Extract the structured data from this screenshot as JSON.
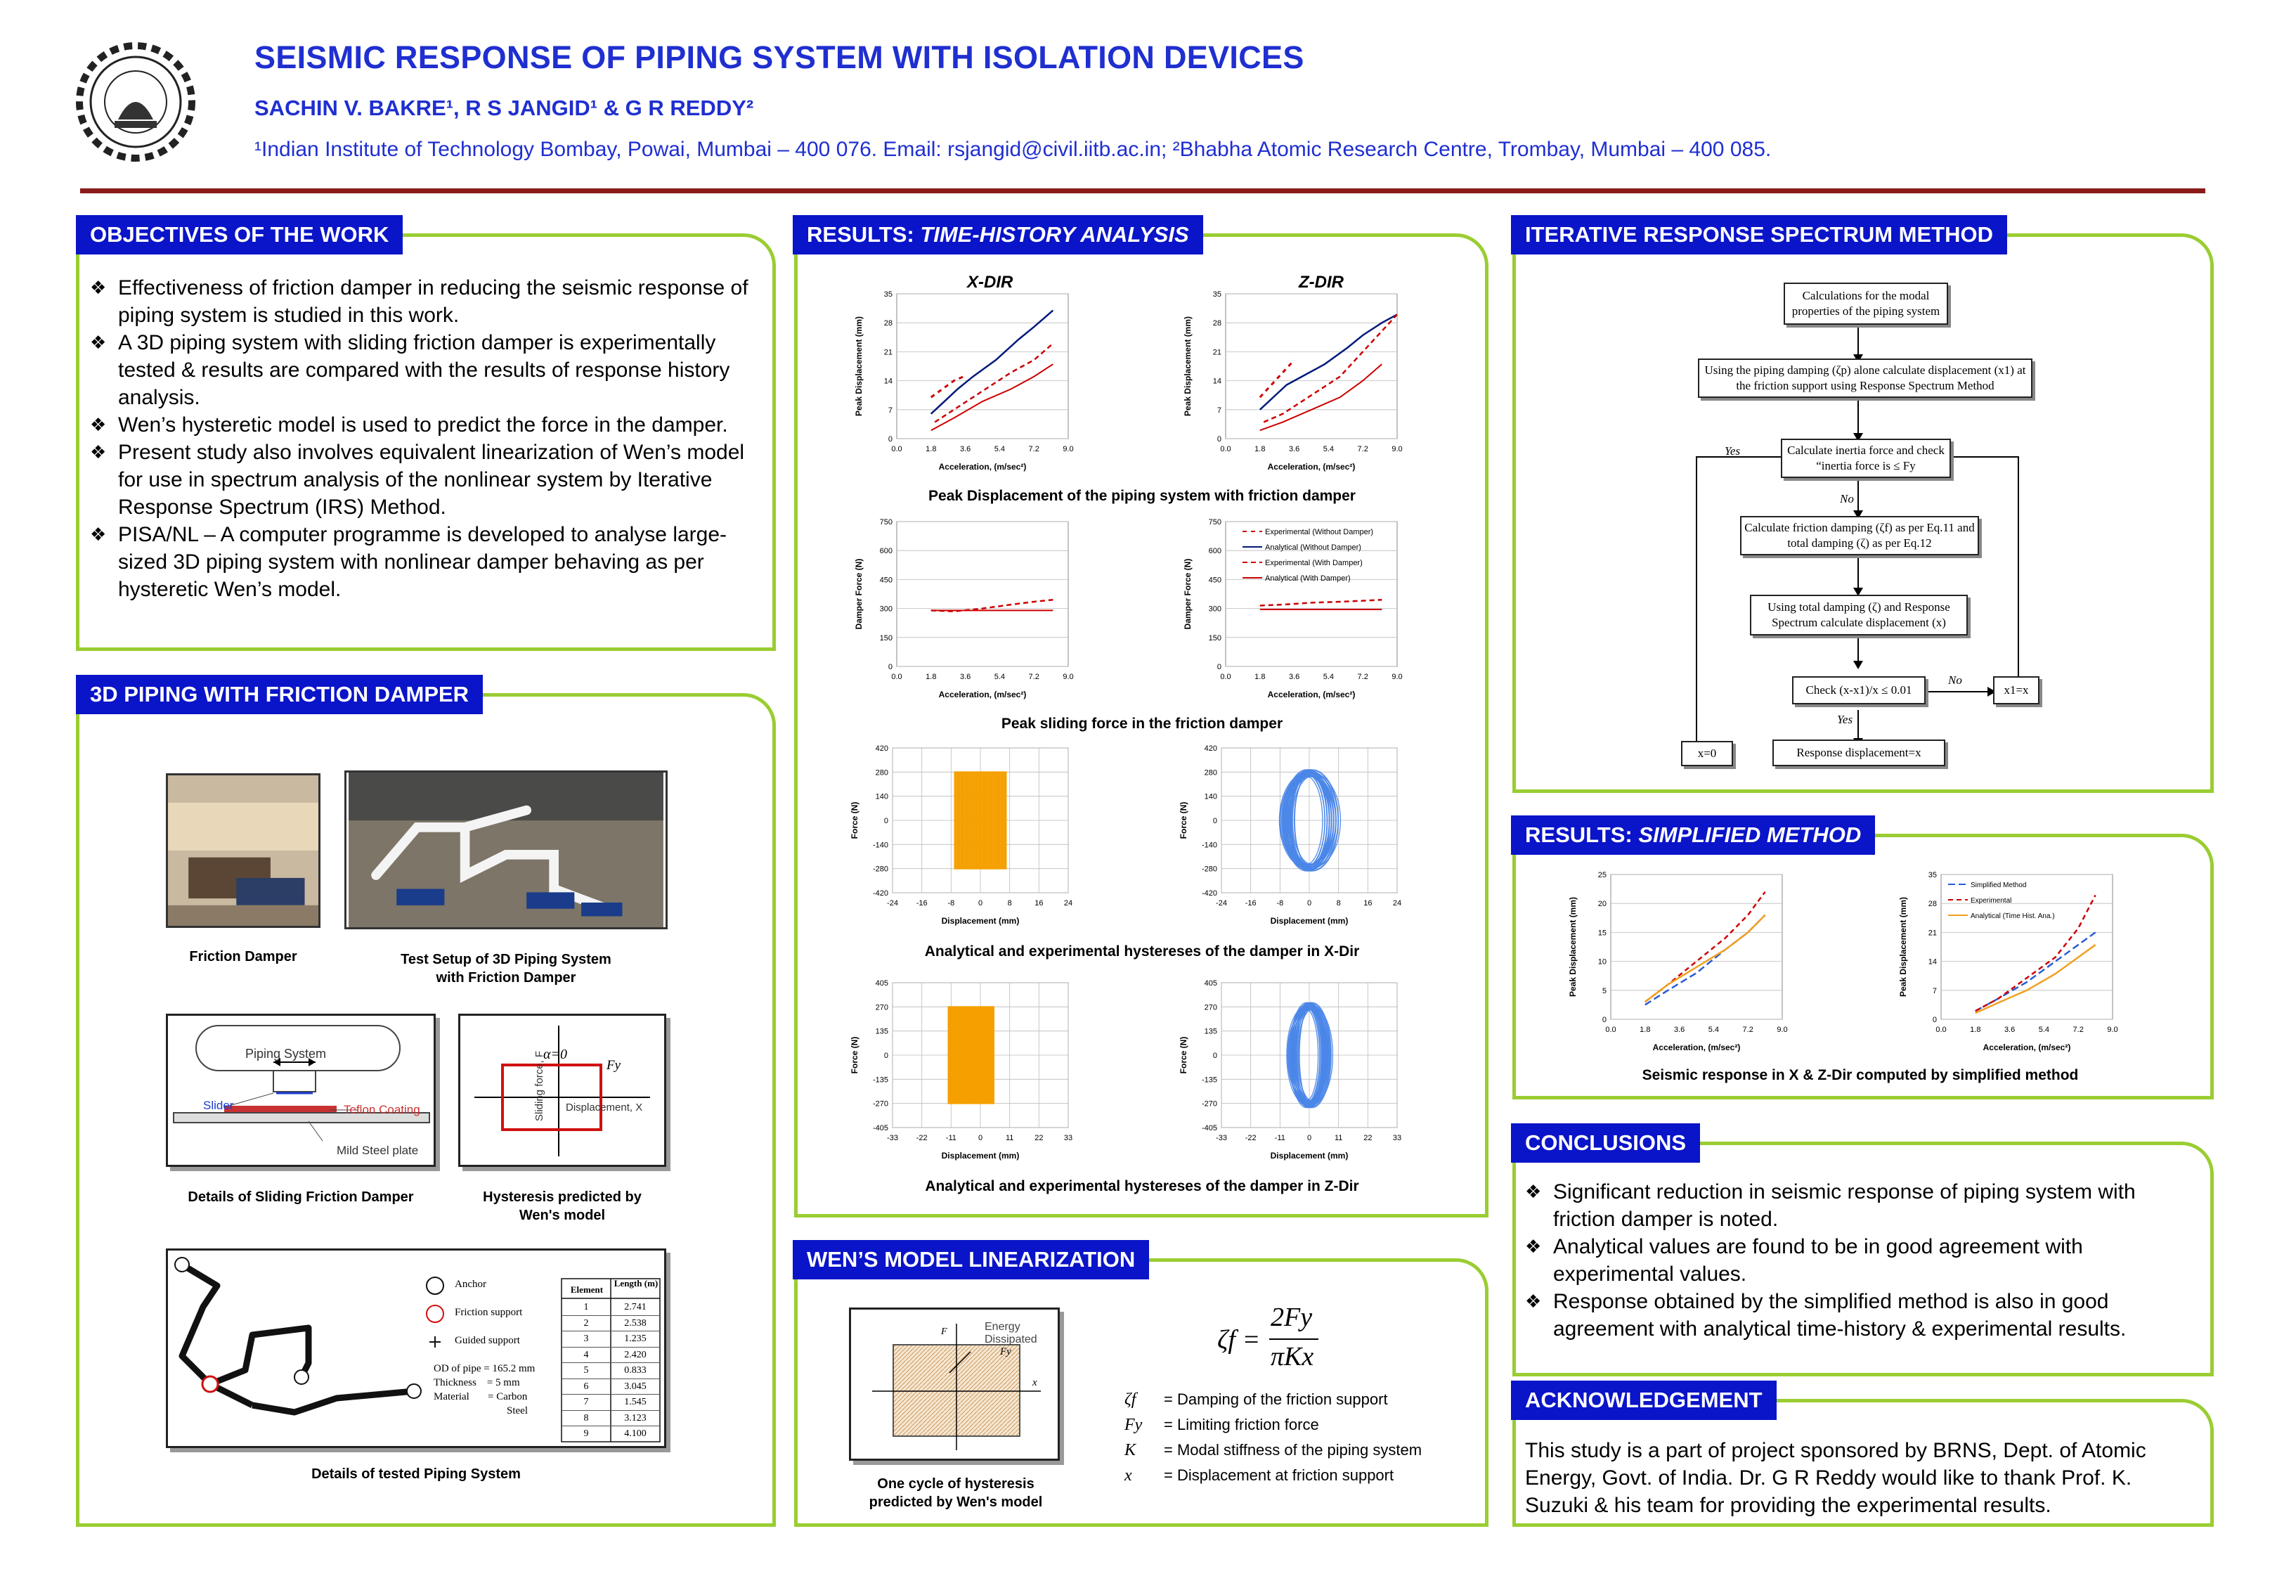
{
  "header": {
    "title": "SEISMIC RESPONSE OF PIPING SYSTEM WITH ISOLATION DEVICES",
    "authors": "SACHIN V. BAKRE¹, R S JANGID¹ & G R REDDY²",
    "affiliation": "¹Indian Institute of Technology Bombay, Powai, Mumbai – 400 076. Email: rsjangid@civil.iitb.ac.in; ²Bhabha Atomic Research Centre, Trombay, Mumbai – 400 085."
  },
  "colors": {
    "title": "#1f2fd0",
    "header_bg": "#0a14c8",
    "panel_border": "#9acd32",
    "rule": "#8b1a1a",
    "exp": "#cc0000",
    "ana": "#001a7a"
  },
  "objectives": {
    "heading": "OBJECTIVES OF THE WORK",
    "bullets": [
      "Effectiveness of friction damper in reducing the seismic response of  piping system is studied in this work.",
      "A 3D piping system with sliding friction damper is experimentally tested & results are compared with the results of response history analysis.",
      "Wen’s hysteretic model is used to predict the force in the damper.",
      "Present study also involves equivalent linearization of Wen’s model for use in spectrum analysis of the nonlinear system by Iterative Response Spectrum (IRS) Method.",
      "PISA/NL – A computer programme is developed to analyse large-sized 3D piping system with nonlinear damper behaving as per hysteretic Wen’s model."
    ]
  },
  "piping": {
    "heading": "3D PIPING WITH FRICTION DAMPER",
    "cap_damper": "Friction Damper",
    "cap_setup_1": "Test Setup of 3D Piping System",
    "cap_setup_2": "with Friction Damper",
    "cap_sliding": "Details of Sliding Friction Damper",
    "cap_hyst_1": "Hysteresis predicted by",
    "cap_hyst_2": "Wen's model",
    "cap_tested": "Details of tested Piping System",
    "sketch": {
      "piping": "Piping System",
      "slider": "Slider",
      "teflon": "Teflon Coating",
      "steel": "Mild Steel plate",
      "alpha": "α=0",
      "fy": "Fy",
      "disp": "Displacement, X",
      "force": "Sliding force, F"
    },
    "legend": {
      "anchor": "Anchor",
      "friction": "Friction support",
      "guided": "Guided support",
      "od": "OD of pipe = 165.2 mm",
      "thick": "Thickness    = 5 mm",
      "mat": "Material       = Carbon",
      "mat2": "Steel"
    },
    "table_head": [
      "Element",
      "Length (m)"
    ],
    "table": [
      [
        "1",
        "2.741"
      ],
      [
        "2",
        "2.538"
      ],
      [
        "3",
        "1.235"
      ],
      [
        "4",
        "2.420"
      ],
      [
        "5",
        "0.833"
      ],
      [
        "6",
        "3.045"
      ],
      [
        "7",
        "1.545"
      ],
      [
        "8",
        "3.123"
      ],
      [
        "9",
        "4.100"
      ]
    ]
  },
  "results": {
    "heading_plain": "RESULTS: ",
    "heading_italic": "TIME-HISTORY ANALYSIS",
    "xdir": "X-DIR",
    "zdir": "Z-DIR",
    "cap1": "Peak Displacement of the piping system with friction damper",
    "cap2": "Peak sliding force in the friction damper",
    "cap3": "Analytical and experimental hystereses of the damper in X-Dir",
    "cap4": "Analytical and experimental hystereses of the damper in Z-Dir"
  },
  "wen": {
    "heading": "WEN’S MODEL LINEARIZATION",
    "cap_1": "One cycle of hysteresis",
    "cap_2": "predicted by Wen's model",
    "energy": "Energy",
    "dissipated": "Dissipated",
    "fy": "Fy",
    "f": "F",
    "x": "x",
    "eq_lhs": "ζf =",
    "eq_num": "2Fy",
    "eq_den": "πKx",
    "defs": [
      {
        "sym": "ζf",
        "txt": "= Damping of the friction support"
      },
      {
        "sym": "Fy",
        "txt": "= Limiting friction force"
      },
      {
        "sym": "K",
        "txt": "= Modal stiffness of the piping system"
      },
      {
        "sym": "x",
        "txt": "= Displacement at friction support"
      }
    ]
  },
  "irs": {
    "heading": "ITERATIVE RESPONSE SPECTRUM METHOD",
    "box1": "Calculations for the modal properties of the piping system",
    "box2": "Using the piping damping (ζp) alone calculate displacement (x1) at the friction support using Response Spectrum Method",
    "box3": "Calculate inertia force and check “inertia force is ≤ Fy",
    "box4": "Calculate friction damping (ζf) as per Eq.11 and total damping (ζ) as per Eq.12",
    "box5": "Using total damping (ζ) and Response Spectrum calculate displacement (x)",
    "box6": "Check (x-x1)/x ≤ 0.01",
    "box7": "x1=x",
    "box8": "x=0",
    "box9": "Response displacement=x",
    "yes": "Yes",
    "no": "No"
  },
  "simplified": {
    "heading_plain": "RESULTS: ",
    "heading_italic": "SIMPLIFIED METHOD",
    "cap": "Seismic response in X & Z-Dir computed by simplified method"
  },
  "conclusions": {
    "heading": "CONCLUSIONS",
    "bullets": [
      "Significant reduction in seismic response of piping system with friction damper is noted.",
      "Analytical values are found to be in good agreement with experimental values.",
      "Response obtained by the simplified method is also in good agreement with analytical time-history & experimental results."
    ]
  },
  "ack": {
    "heading": "ACKNOWLEDGEMENT",
    "text": "This study is a part of project sponsored by BRNS, Dept. of Atomic Energy, Govt. of India. Dr. G R Reddy would like to thank Prof. K. Suzuki & his team for providing the experimental results."
  },
  "chart_data": [
    {
      "id": "disp-x",
      "type": "line",
      "title": "X-DIR",
      "xlabel": "Acceleration, (m/sec²)",
      "ylabel": "Peak Displacement (mm)",
      "xlim": [
        0,
        9
      ],
      "ylim": [
        0,
        35
      ],
      "xticks": [
        "0.0",
        "1.8",
        "3.6",
        "5.4",
        "7.2",
        "9.0"
      ],
      "yticks": [
        "0",
        "7",
        "14",
        "21",
        "28",
        "35"
      ],
      "series": [
        {
          "style": "exp-nd",
          "x": [
            1.8,
            2.4,
            3.0,
            3.5
          ],
          "y": [
            10,
            12,
            14,
            15
          ]
        },
        {
          "style": "ana-nd",
          "x": [
            1.8,
            2.5,
            3.2,
            4.0,
            5.2,
            6.4,
            7.2,
            8.2
          ],
          "y": [
            6,
            9,
            12,
            15,
            19,
            24,
            27,
            31
          ]
        },
        {
          "style": "exp-d",
          "x": [
            2.0,
            3.0,
            4.0,
            5.0,
            6.0,
            7.2,
            8.2
          ],
          "y": [
            4,
            7,
            10,
            13,
            16,
            19,
            23
          ]
        },
        {
          "style": "ana-d",
          "x": [
            1.8,
            3.0,
            4.5,
            6.0,
            7.2,
            8.2
          ],
          "y": [
            2,
            5,
            9,
            12,
            15,
            18
          ]
        }
      ]
    },
    {
      "id": "disp-z",
      "type": "line",
      "title": "Z-DIR",
      "xlabel": "Acceleration, (m/sec²)",
      "ylabel": "Peak Displacement (mm)",
      "xlim": [
        0,
        9
      ],
      "ylim": [
        0,
        35
      ],
      "xticks": [
        "0.0",
        "1.8",
        "3.6",
        "5.4",
        "7.2",
        "9.0"
      ],
      "yticks": [
        "0",
        "7",
        "14",
        "21",
        "28",
        "35"
      ],
      "series": [
        {
          "style": "exp-nd",
          "x": [
            1.8,
            2.4,
            3.0,
            3.6
          ],
          "y": [
            10,
            13,
            16,
            19
          ]
        },
        {
          "style": "ana-nd",
          "x": [
            1.8,
            2.5,
            3.2,
            4.0,
            5.2,
            6.4,
            7.2,
            8.2,
            9.0
          ],
          "y": [
            7,
            10,
            13,
            15,
            18,
            22,
            25,
            28,
            30
          ]
        },
        {
          "style": "exp-d",
          "x": [
            2.0,
            3.0,
            4.0,
            5.0,
            6.0,
            7.0,
            8.0,
            9.0
          ],
          "y": [
            4,
            6,
            9,
            12,
            15,
            20,
            25,
            30
          ]
        },
        {
          "style": "ana-d",
          "x": [
            1.8,
            3.0,
            4.5,
            6.0,
            7.2,
            8.2
          ],
          "y": [
            2,
            4,
            7,
            10,
            14,
            18
          ]
        }
      ]
    },
    {
      "id": "force-x",
      "type": "line",
      "xlabel": "Acceleration, (m/sec²)",
      "ylabel": "Damper Force (N)",
      "xlim": [
        0,
        9
      ],
      "ylim": [
        0,
        750
      ],
      "xticks": [
        "0.0",
        "1.8",
        "3.6",
        "5.4",
        "7.2",
        "9.0"
      ],
      "yticks": [
        "0",
        "150",
        "300",
        "450",
        "600",
        "750"
      ],
      "series": [
        {
          "style": "exp-d",
          "x": [
            1.8,
            3.0,
            4.5,
            6.0,
            7.2,
            8.2
          ],
          "y": [
            290,
            285,
            300,
            320,
            335,
            345
          ]
        },
        {
          "style": "ana-d",
          "x": [
            1.8,
            3.0,
            4.5,
            6.0,
            7.2,
            8.2
          ],
          "y": [
            290,
            290,
            290,
            290,
            290,
            290
          ]
        }
      ]
    },
    {
      "id": "force-z",
      "type": "line",
      "xlabel": "Acceleration, (m/sec²)",
      "ylabel": "Damper Force (N)",
      "xlim": [
        0,
        9
      ],
      "ylim": [
        0,
        750
      ],
      "xticks": [
        "0.0",
        "1.8",
        "3.6",
        "5.4",
        "7.2",
        "9.0"
      ],
      "yticks": [
        "0",
        "150",
        "300",
        "450",
        "600",
        "750"
      ],
      "legend": [
        "Experimental (Without Damper)",
        "Analytical (Without Damper)",
        "Experimental (With Damper)",
        "Analytical (With Damper)"
      ],
      "series": [
        {
          "style": "exp-d",
          "x": [
            1.8,
            3.0,
            4.5,
            6.0,
            7.2,
            8.2
          ],
          "y": [
            315,
            320,
            330,
            335,
            340,
            345
          ]
        },
        {
          "style": "ana-d",
          "x": [
            1.8,
            3.0,
            4.5,
            6.0,
            7.2,
            8.2
          ],
          "y": [
            295,
            295,
            295,
            295,
            295,
            295
          ]
        }
      ]
    },
    {
      "id": "hyst-x1",
      "type": "hysteresis-rect",
      "color": "#f5a000",
      "xlabel": "Displacement (mm)",
      "ylabel": "Force (N)",
      "xlim": [
        -24,
        24
      ],
      "ylim": [
        -420,
        420
      ],
      "xticks": [
        "-24",
        "-16",
        "-8",
        "0",
        "8",
        "16",
        "24"
      ],
      "yticks": [
        "-420",
        "-280",
        "-140",
        "0",
        "140",
        "280",
        "420"
      ],
      "xrange": [
        -7,
        7
      ],
      "yrange": [
        -280,
        280
      ]
    },
    {
      "id": "hyst-z1",
      "type": "hysteresis-loops",
      "color": "#4a86e8",
      "xlabel": "Displacement (mm)",
      "ylabel": "Force (N)",
      "xlim": [
        -24,
        24
      ],
      "ylim": [
        -420,
        420
      ],
      "xticks": [
        "-24",
        "-16",
        "-8",
        "0",
        "8",
        "16",
        "24"
      ],
      "yticks": [
        "-420",
        "-280",
        "-140",
        "0",
        "140",
        "280",
        "420"
      ],
      "xrange": [
        -8,
        8
      ],
      "yrange": [
        -300,
        300
      ]
    },
    {
      "id": "hyst-x2",
      "type": "hysteresis-rect",
      "color": "#f5a000",
      "xlabel": "Displacement (mm)",
      "ylabel": "Force (N)",
      "xlim": [
        -33,
        33
      ],
      "ylim": [
        -405,
        405
      ],
      "xticks": [
        "-33",
        "-22",
        "-11",
        "0",
        "11",
        "22",
        "33"
      ],
      "yticks": [
        "-405",
        "-270",
        "-135",
        "0",
        "135",
        "270",
        "405"
      ],
      "xrange": [
        -12,
        5
      ],
      "yrange": [
        -270,
        270
      ]
    },
    {
      "id": "hyst-z2",
      "type": "hysteresis-loops",
      "color": "#4a86e8",
      "xlabel": "Displacement (mm)",
      "ylabel": "Force (N)",
      "xlim": [
        -33,
        33
      ],
      "ylim": [
        -405,
        405
      ],
      "xticks": [
        "-33",
        "-22",
        "-11",
        "0",
        "11",
        "22",
        "33"
      ],
      "yticks": [
        "-405",
        "-270",
        "-135",
        "0",
        "135",
        "270",
        "405"
      ],
      "xrange": [
        -8,
        8
      ],
      "yrange": [
        -300,
        300
      ]
    },
    {
      "id": "simp-x",
      "type": "line",
      "xlabel": "Acceleration, (m/sec²)",
      "ylabel": "Peak Displacement (mm)",
      "xlim": [
        0,
        9
      ],
      "ylim": [
        0,
        25
      ],
      "xticks": [
        "0.0",
        "1.8",
        "3.6",
        "5.4",
        "7.2",
        "9.0"
      ],
      "yticks": [
        "0",
        "5",
        "10",
        "15",
        "20",
        "25"
      ],
      "series": [
        {
          "style": "simp",
          "x": [
            1.8,
            3.0,
            4.5,
            6.0,
            7.2,
            8.1
          ],
          "y": [
            2.5,
            5,
            8,
            12,
            15,
            18
          ]
        },
        {
          "style": "exp-d",
          "x": [
            1.8,
            3.0,
            4.5,
            6.0,
            7.2,
            8.1
          ],
          "y": [
            3,
            6,
            10,
            14,
            18,
            22
          ]
        },
        {
          "style": "ana-orange",
          "x": [
            1.8,
            3.0,
            4.5,
            6.0,
            7.2,
            8.1
          ],
          "y": [
            3,
            6,
            9,
            12,
            15,
            18
          ]
        }
      ]
    },
    {
      "id": "simp-z",
      "type": "line",
      "xlabel": "Acceleration, (m/sec²)",
      "ylabel": "Peak Displacement (mm)",
      "xlim": [
        0,
        9
      ],
      "ylim": [
        0,
        35
      ],
      "xticks": [
        "0.0",
        "1.8",
        "3.6",
        "5.4",
        "7.2",
        "9.0"
      ],
      "yticks": [
        "0",
        "7",
        "14",
        "21",
        "28",
        "35"
      ],
      "legend": [
        "Simplified Method",
        "Experimental",
        "Analytical (Time Hist. Ana.)"
      ],
      "series": [
        {
          "style": "simp",
          "x": [
            1.8,
            3.0,
            4.5,
            6.0,
            7.2,
            8.1
          ],
          "y": [
            2,
            5,
            9,
            14,
            18,
            21
          ]
        },
        {
          "style": "exp-d",
          "x": [
            1.8,
            3.0,
            4.5,
            6.0,
            7.2,
            8.1
          ],
          "y": [
            2,
            5,
            10,
            15,
            22,
            30
          ]
        },
        {
          "style": "ana-orange",
          "x": [
            1.8,
            3.0,
            4.5,
            6.0,
            7.2,
            8.1
          ],
          "y": [
            1.5,
            4,
            7,
            11,
            15,
            18
          ]
        }
      ]
    }
  ]
}
